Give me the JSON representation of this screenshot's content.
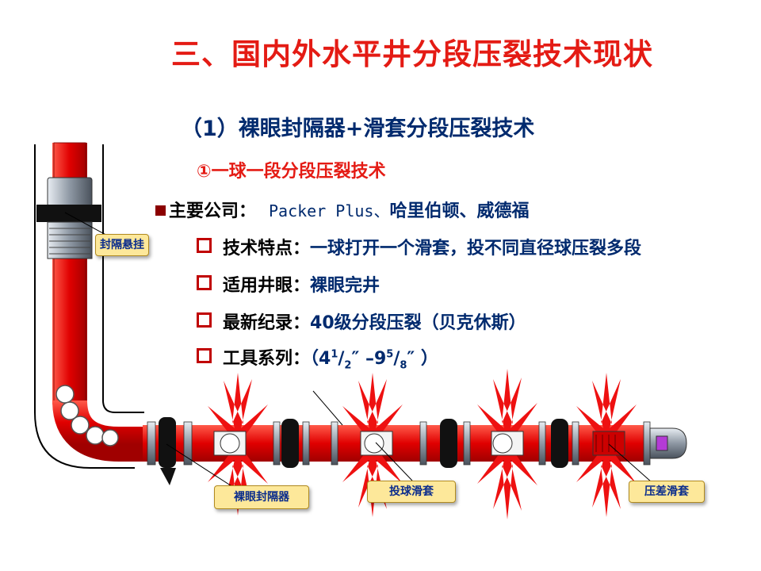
{
  "title": "三、国内外水平井分段压裂技术现状",
  "subtitle": "（1）裸眼封隔器+滑套分段压裂技术",
  "method": "①一球一段分段压裂技术",
  "company": {
    "label": "主要公司：",
    "names": "Packer Plus、",
    "names_cn": "哈里伯顿、威德福"
  },
  "features": [
    {
      "label": "技术特点：",
      "value": "一球打开一个滑套，投不同直径球压裂多段"
    },
    {
      "label": "适用井眼：",
      "value": "裸眼完井"
    },
    {
      "label": "最新纪录：",
      "value": "40级分段压裂（贝克休斯）"
    },
    {
      "label": "工具系列：",
      "value_prefix": "（4",
      "sup1": "1",
      "slash1": "/",
      "sub1": "2",
      "mid": "″ –9",
      "sup2": "5",
      "slash2": "/",
      "sub2": "8",
      "value_suffix": "″ ）"
    }
  ],
  "callouts": {
    "hanger": "封隔悬挂",
    "open_hole_packer": "裸眼封隔器",
    "ball_sleeve": "投球滑套",
    "pressure_sleeve": "压差滑套"
  },
  "colors": {
    "title": "#e41b14",
    "text_blue": "#002a6e",
    "pipe": "#ee1111",
    "callout_bg": "#fde89a"
  }
}
